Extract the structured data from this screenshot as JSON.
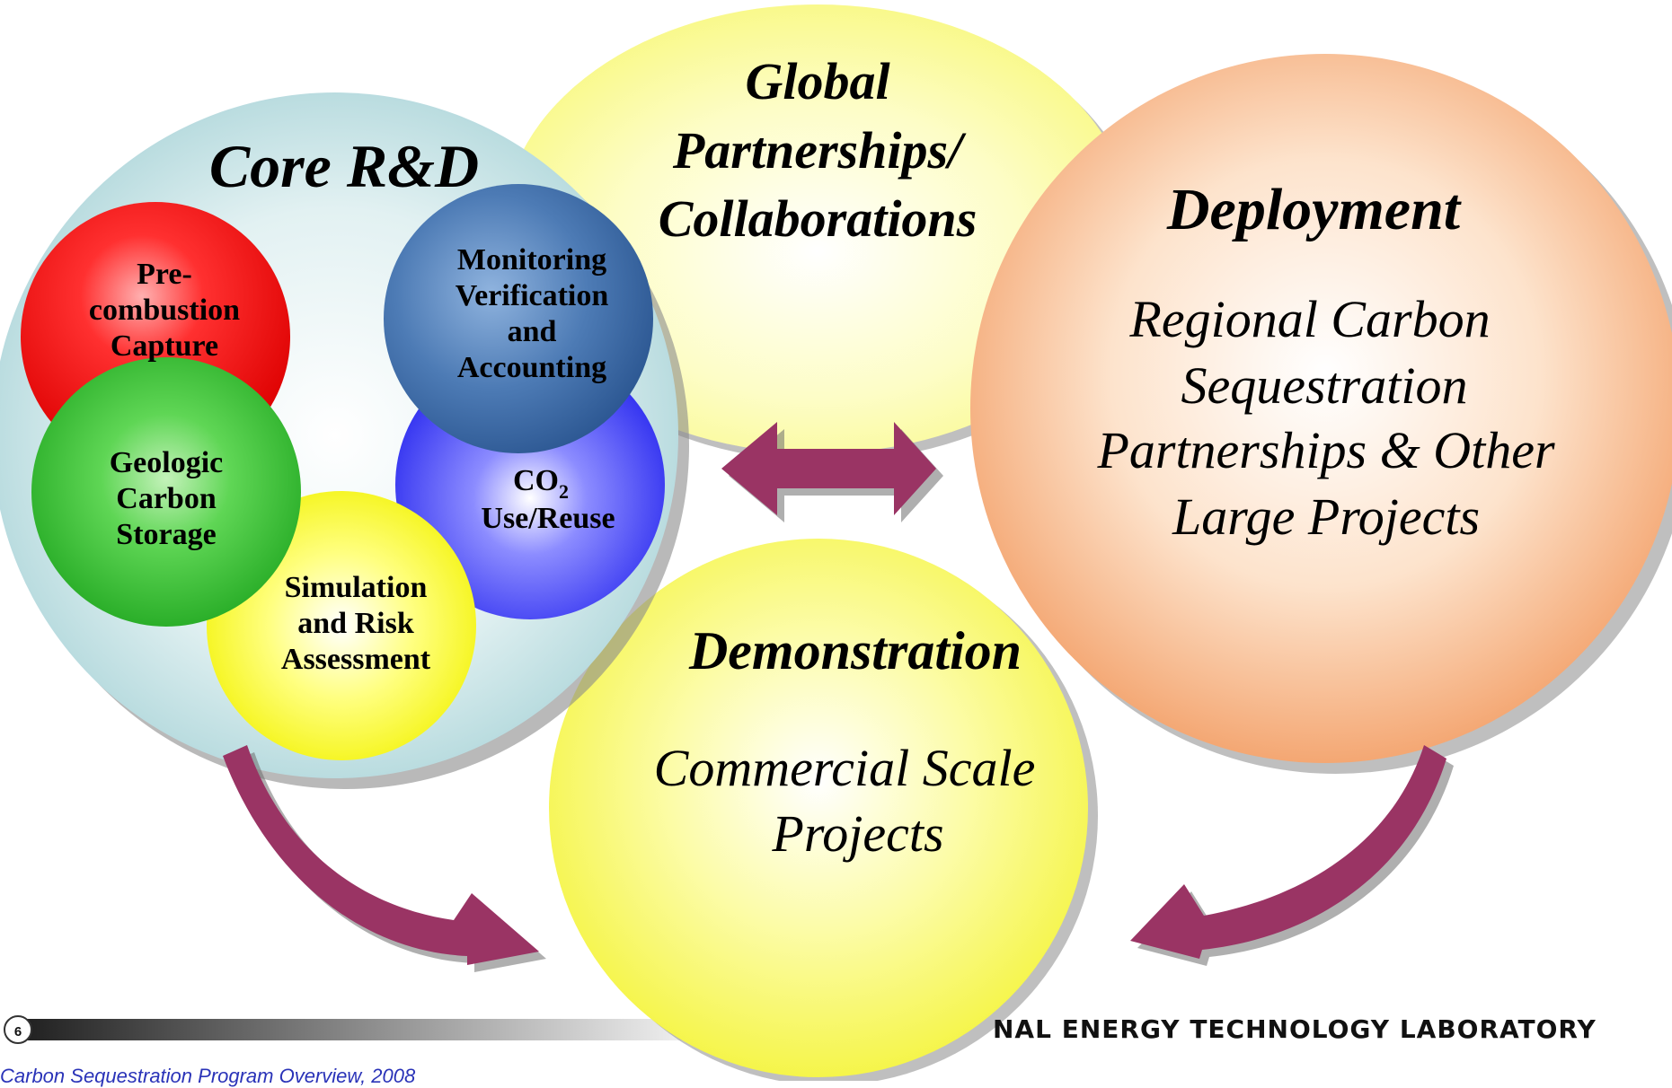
{
  "page_number": "6",
  "footer": {
    "lab_name": "NAL ENERGY TECHNOLOGY LABORATORY",
    "caption": "Carbon Sequestration Program Overview, 2008"
  },
  "core": {
    "title": "Core R&D",
    "precombustion": [
      "Pre-",
      "combustion",
      "Capture"
    ],
    "mva": [
      "Monitoring",
      "Verification",
      "and",
      "Accounting"
    ],
    "geologic": [
      "Geologic",
      "Carbon",
      "Storage"
    ],
    "co2_main": "CO",
    "co2_sub": "2",
    "co2_line2": "Use/Reuse",
    "simulation": [
      "Simulation",
      "and Risk",
      "Assessment"
    ]
  },
  "global": {
    "lines": [
      "Global",
      "Partnerships/",
      "Collaborations"
    ]
  },
  "deployment": {
    "title": "Deployment",
    "lines": [
      "Regional Carbon",
      "Sequestration",
      "Partnerships & Other",
      "Large Projects"
    ]
  },
  "demonstration": {
    "title": "Demonstration",
    "lines": [
      "Commercial Scale",
      "Projects"
    ]
  },
  "colors": {
    "arrow": "#9a3464",
    "core_bg": "#bfe0e3",
    "global_bg": "#fbfb9a",
    "deployment_bg": "#f6b98a",
    "demo_bg": "#fafa6a"
  }
}
